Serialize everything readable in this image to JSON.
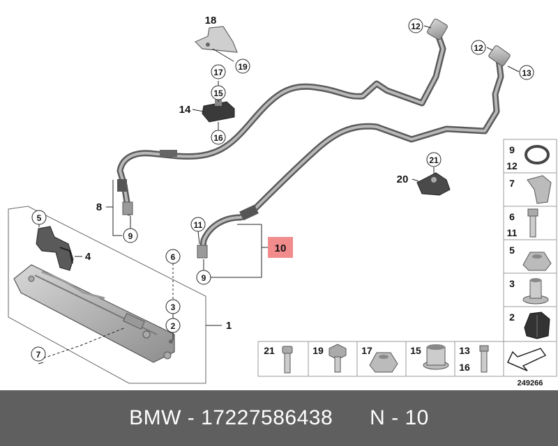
{
  "diagram": {
    "part_number_callouts": {
      "p1": "1",
      "p2": "2",
      "p3": "3",
      "p4": "4",
      "p5": "5",
      "p6": "6",
      "p7": "7",
      "p8": "8",
      "p9a": "9",
      "p9b": "9",
      "p10": "10",
      "p11": "11",
      "p12a": "12",
      "p12b": "12",
      "p13": "13",
      "p14": "14",
      "p15": "15",
      "p16": "16",
      "p17": "17",
      "p18": "18",
      "p19": "19",
      "p20": "20",
      "p21": "21"
    },
    "highlighted_part": "10",
    "highlight_color": "#f28b8b",
    "legend_right": [
      {
        "top": "9",
        "bottom": "12",
        "icon": "o-ring-icon"
      },
      {
        "top": "7",
        "bottom": "",
        "icon": "clip-icon"
      },
      {
        "top": "6",
        "bottom": "11",
        "icon": "bolt-icon"
      },
      {
        "top": "5",
        "bottom": "",
        "icon": "hex-nut-icon"
      },
      {
        "top": "3",
        "bottom": "",
        "icon": "bushing-icon"
      },
      {
        "top": "2",
        "bottom": "",
        "icon": "rubber-mount-icon"
      }
    ],
    "legend_bottom": [
      {
        "top": "21",
        "bottom": "",
        "icon": "torx-bolt-icon"
      },
      {
        "top": "19",
        "bottom": "",
        "icon": "hex-bolt-icon"
      },
      {
        "top": "17",
        "bottom": "",
        "icon": "collar-nut-icon"
      },
      {
        "top": "15",
        "bottom": "",
        "icon": "sleeve-icon"
      },
      {
        "top": "13",
        "bottom": "16",
        "icon": "screw-icon"
      },
      {
        "top": "",
        "bottom": "",
        "icon": "arrow-icon"
      }
    ],
    "diagram_id": "249266"
  },
  "footer": {
    "brand": "BMW",
    "separator": " - ",
    "part_number": "17227586438",
    "position_label": "N - 10"
  }
}
